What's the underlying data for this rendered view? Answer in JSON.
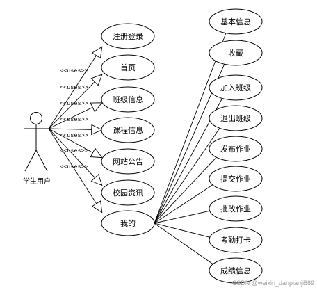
{
  "actor": {
    "label": "学生用户"
  },
  "include_label": "<<uses>>",
  "left_use_cases": [
    {
      "label": "注册登录"
    },
    {
      "label": "首页"
    },
    {
      "label": "班级信息"
    },
    {
      "label": "课程信息"
    },
    {
      "label": "网站公告"
    },
    {
      "label": "校园资讯"
    },
    {
      "label": "我的"
    }
  ],
  "right_use_cases": [
    {
      "label": "基本信息"
    },
    {
      "label": "收藏"
    },
    {
      "label": "加入班级"
    },
    {
      "label": "退出班级"
    },
    {
      "label": "发布作业"
    },
    {
      "label": "提交作业"
    },
    {
      "label": "批改作业"
    },
    {
      "label": "考勤打卡"
    },
    {
      "label": "成绩信息"
    }
  ],
  "watermark": "CSDN @weixin_danpianji889"
}
